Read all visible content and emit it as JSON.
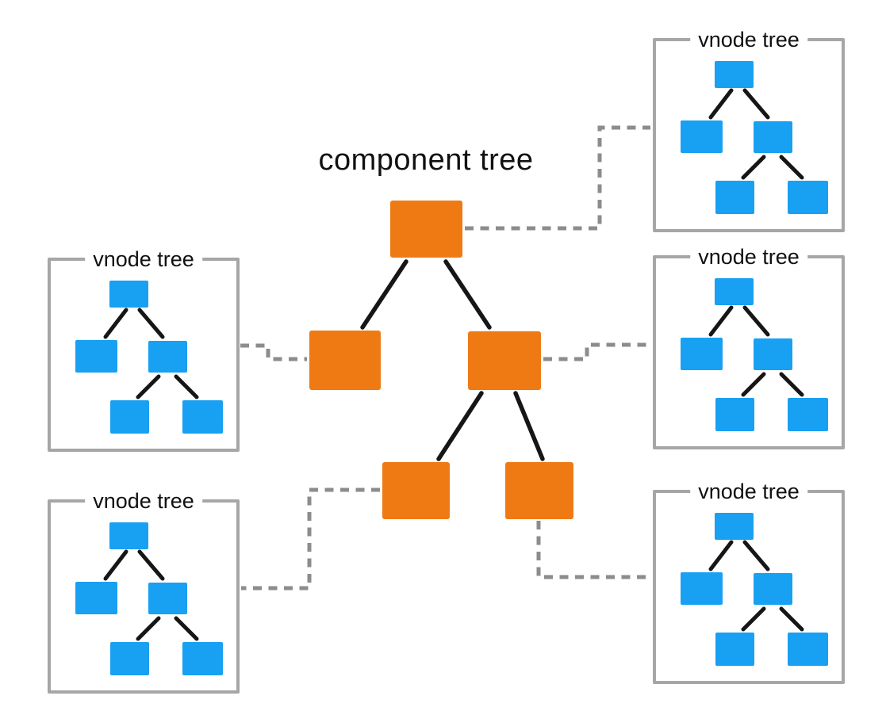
{
  "diagram": {
    "background": "#ffffff",
    "component_tree": {
      "label": "component tree",
      "node_color": "#ef7a14",
      "nodes": [
        "root",
        "child-left",
        "child-right",
        "grandchild-left",
        "grandchild-right"
      ],
      "edges": [
        [
          "root",
          "child-left"
        ],
        [
          "root",
          "child-right"
        ],
        [
          "child-right",
          "grandchild-left"
        ],
        [
          "child-right",
          "grandchild-right"
        ]
      ]
    },
    "vnode_boxes": [
      {
        "id": "top-right",
        "label": "vnode tree",
        "linked_component_node": "root"
      },
      {
        "id": "middle-right",
        "label": "vnode tree",
        "linked_component_node": "child-right"
      },
      {
        "id": "bottom-right",
        "label": "vnode tree",
        "linked_component_node": "grandchild-right"
      },
      {
        "id": "top-left",
        "label": "vnode tree",
        "linked_component_node": "child-left"
      },
      {
        "id": "bottom-left",
        "label": "vnode tree",
        "linked_component_node": "grandchild-left"
      }
    ],
    "vnode_tree": {
      "node_color": "#18a0f2",
      "nodes": [
        "root",
        "child-left",
        "child-right",
        "grandchild-left",
        "grandchild-right"
      ],
      "edges": [
        [
          "root",
          "child-left"
        ],
        [
          "root",
          "child-right"
        ],
        [
          "child-right",
          "grandchild-left"
        ],
        [
          "child-right",
          "grandchild-right"
        ]
      ]
    },
    "styles": {
      "frame_border_color": "#a6a6a6",
      "connector_color": "#8c8c8c",
      "edge_color": "#161616",
      "text_color": "#111111"
    }
  }
}
